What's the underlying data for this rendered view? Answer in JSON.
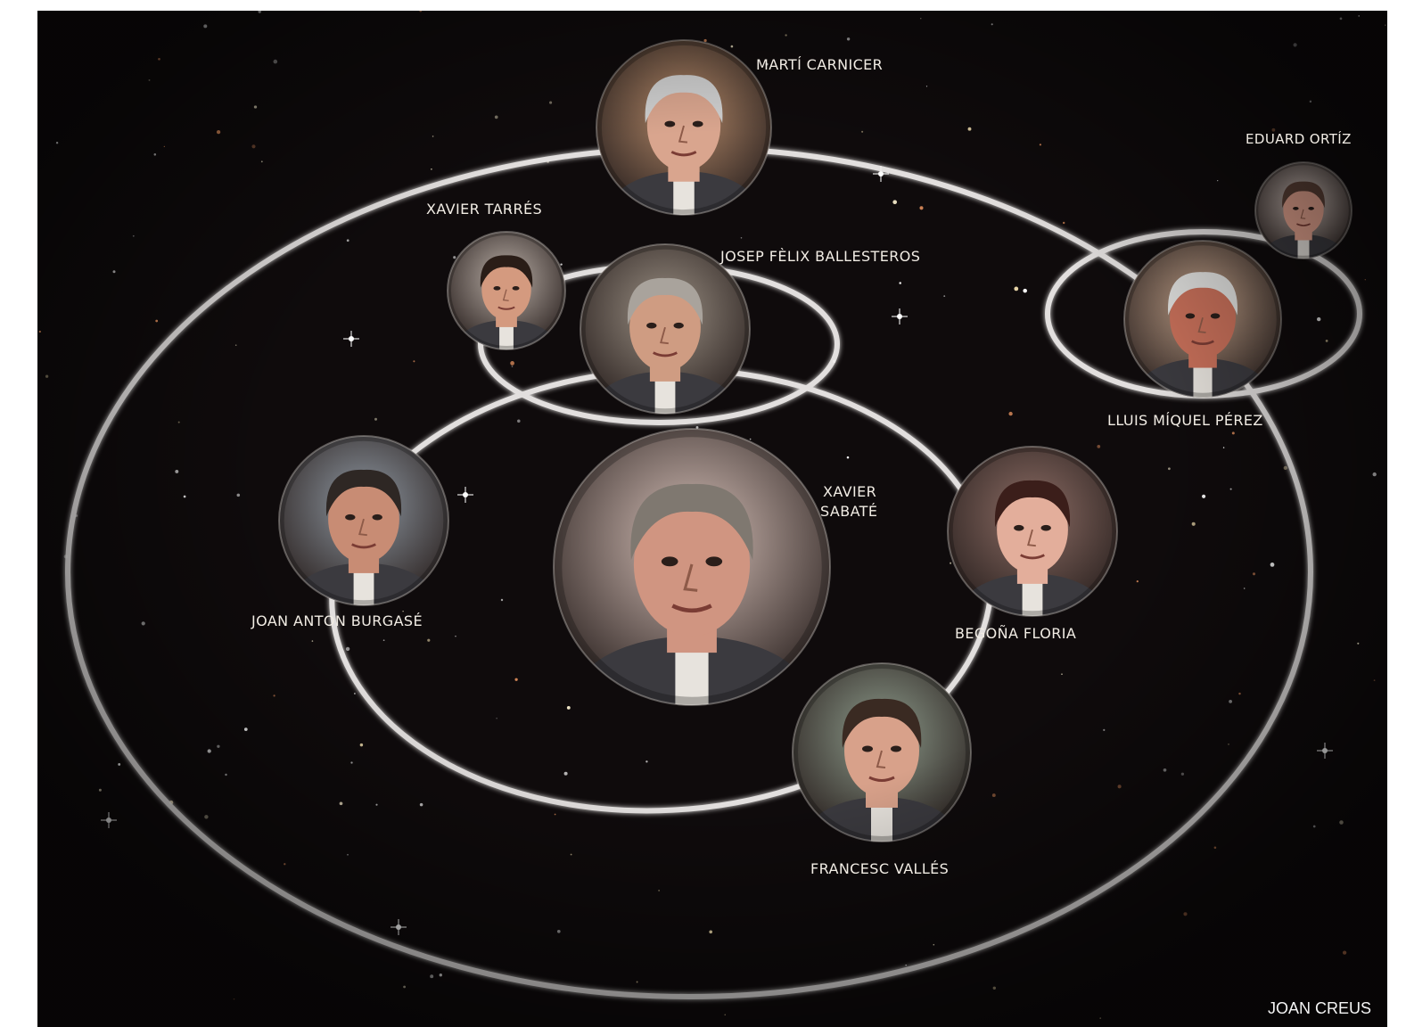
{
  "people": [
    {
      "id": "marti-carnicer",
      "name": "MARTÍ CARNICER",
      "skin": "#d9a58e",
      "hair": "#cfcfcf",
      "bg": "#b78b6a"
    },
    {
      "id": "eduard-ortiz",
      "name": "EDUARD ORTÍZ",
      "skin": "#e3a38f",
      "hair": "#5a4036",
      "bg": "#d8c9c2"
    },
    {
      "id": "xavier-tarres",
      "name": "XAVIER TARRÉS",
      "skin": "#d49a7f",
      "hair": "#2a1d17",
      "bg": "#b9aea6"
    },
    {
      "id": "josep-felix-ballesteros",
      "name": "JOSEP FÈLIX BALLESTEROS",
      "skin": "#cf9c82",
      "hair": "#a9a39c",
      "bg": "#9a8f83"
    },
    {
      "id": "lluis-miquel-perez",
      "name": "LLUIS MÍQUEL PÉREZ",
      "skin": "#c8705a",
      "hair": "#e2e2e0",
      "bg": "#caa88f"
    },
    {
      "id": "joan-anton-burgase",
      "name": "JOAN ANTON BURGASÉ",
      "skin": "#c88c74",
      "hair": "#2e2724",
      "bg": "#8e97a1"
    },
    {
      "id": "xavier-sabate",
      "name": "XAVIER\nSABATÉ",
      "line1": "XAVIER",
      "line2": "SABATÉ",
      "skin": "#d09581",
      "hair": "#7f7870",
      "bg": "#d7c1b9"
    },
    {
      "id": "begona-floria",
      "name": "BEGOÑA FLORIA",
      "skin": "#e3ae9b",
      "hair": "#3b1e1a",
      "bg": "#8c6c64"
    },
    {
      "id": "francesc-valles",
      "name": "FRANCESC VALLÉS",
      "skin": "#d8a18a",
      "hair": "#3a2a22",
      "bg": "#8d9b8b"
    }
  ],
  "credit": "JOAN CREUS",
  "colors": {
    "background": "#0f0b0c",
    "orbit": "#f2f0ee",
    "label": "#f1ece4"
  }
}
